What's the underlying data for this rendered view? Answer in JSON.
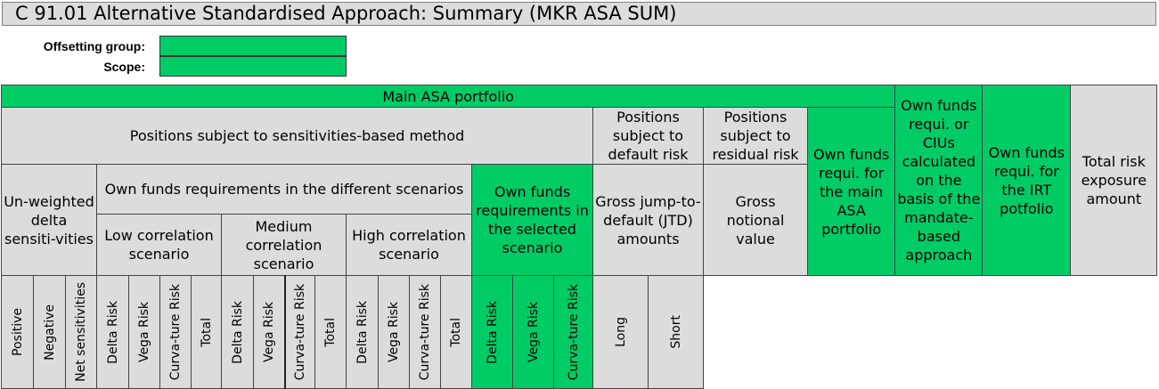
{
  "title": "C 91.01 Alternative Standardised Approach: Summary (MKR ASA SUM)",
  "meta": {
    "offsetting_group_label": "Offsetting group:",
    "scope_label": "Scope:"
  },
  "colors": {
    "green": "#00cc66",
    "grey": "#dcdcdc"
  },
  "header": {
    "main_asa_portfolio": "Main ASA portfolio",
    "sensitivities_method": "Positions subject to sensitivities-based method",
    "default_risk": "Positions subject to default risk",
    "residual_risk": "Positions subject to residual risk",
    "ofr_main_asa": "Own funds requi. for the main ASA portfolio",
    "ofr_cius": "Own funds requi. or CIUs calculated on the basis of the mandate-based approach",
    "ofr_irt": "Own funds requi. for the IRT potfolio",
    "total_risk": "Total risk exposure amount",
    "unweighted_delta": "Un-weighted delta sensiti-vities",
    "ofr_scenarios": "Own funds requirements in the different scenarios",
    "ofr_selected": "Own funds requirements in the selected scenario",
    "gross_jtd": "Gross jump-to-default (JTD) amounts",
    "gross_notional": "Gross notional value",
    "low_corr": "Low correlation scenario",
    "medium_corr": "Medium correlation scenario",
    "high_corr": "High correlation scenario",
    "positive": "Positive",
    "negative": "Negative",
    "net_sensitivities": "Net sensitivities",
    "delta_risk": "Delta Risk",
    "vega_risk": "Vega Risk",
    "curvature_risk": "Curva-ture Risk",
    "total": "Total",
    "long": "Long",
    "short": "Short"
  }
}
